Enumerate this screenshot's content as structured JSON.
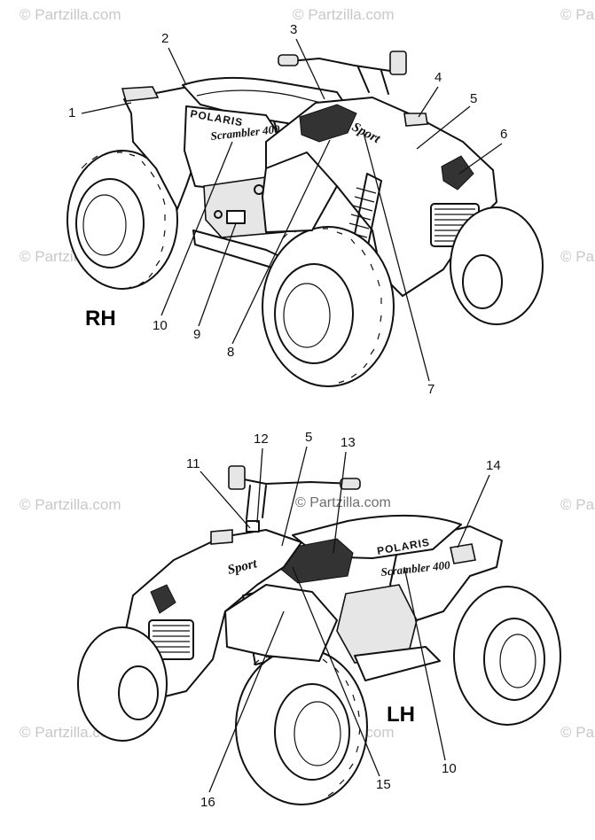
{
  "watermark": {
    "short": "© Partzilla.com",
    "center": "© Partzilla.com"
  },
  "views": {
    "rh": "RH",
    "lh": "LH"
  },
  "decal_text": {
    "brand": "POLARIS",
    "model": "Scrambler 400",
    "script": "Sport"
  },
  "callouts_rh": [
    "1",
    "2",
    "3",
    "4",
    "5",
    "6",
    "7",
    "8",
    "9",
    "10"
  ],
  "callouts_lh": [
    "11",
    "12",
    "5",
    "13",
    "14",
    "10",
    "15",
    "16"
  ]
}
